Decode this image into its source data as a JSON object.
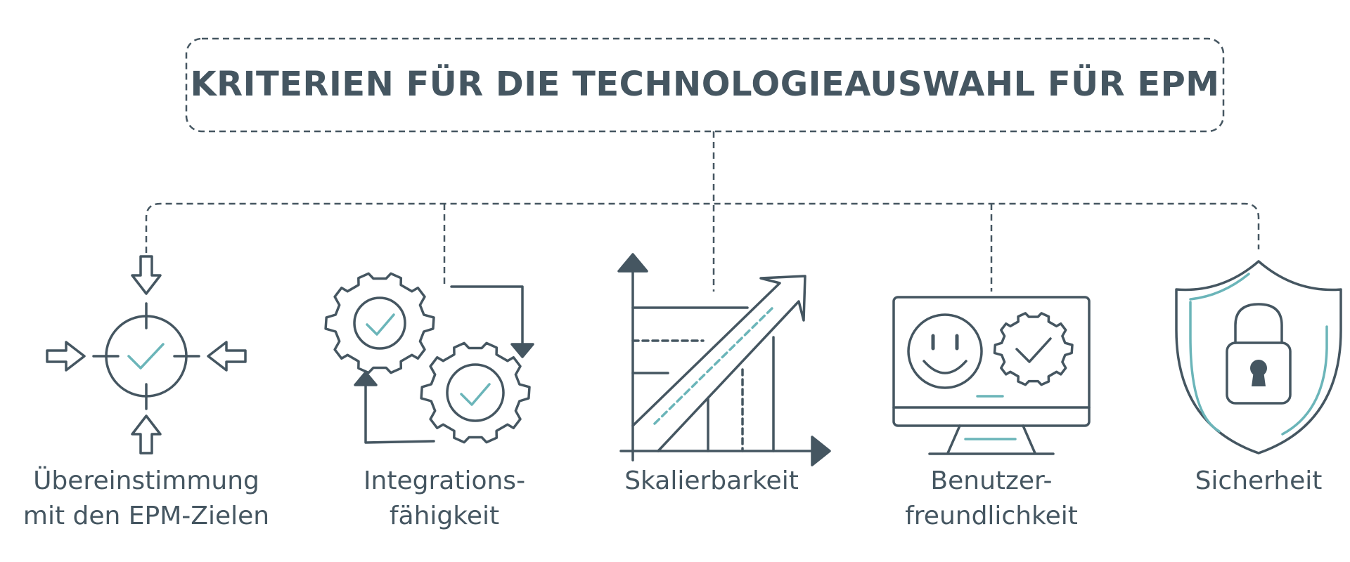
{
  "title": "KRITERIEN FÜR DIE TECHNOLOGIEAUSWAHL FÜR EPM",
  "criteria": [
    {
      "line1": "Übereinstimmung",
      "line2": "mit den EPM-Zielen",
      "icon": "target-alignment-icon"
    },
    {
      "line1": "Integrations-",
      "line2": "fähigkeit",
      "icon": "gears-integration-icon"
    },
    {
      "line1": "Skalierbarkeit",
      "line2": "",
      "icon": "growth-chart-icon"
    },
    {
      "line1": "Benutzer-",
      "line2": "freundlichkeit",
      "icon": "monitor-smiley-icon"
    },
    {
      "line1": "Sicherheit",
      "line2": "",
      "icon": "shield-lock-icon"
    }
  ],
  "colors": {
    "stroke": "#455661",
    "accent": "#6bb5b9",
    "background": "#ffffff"
  }
}
